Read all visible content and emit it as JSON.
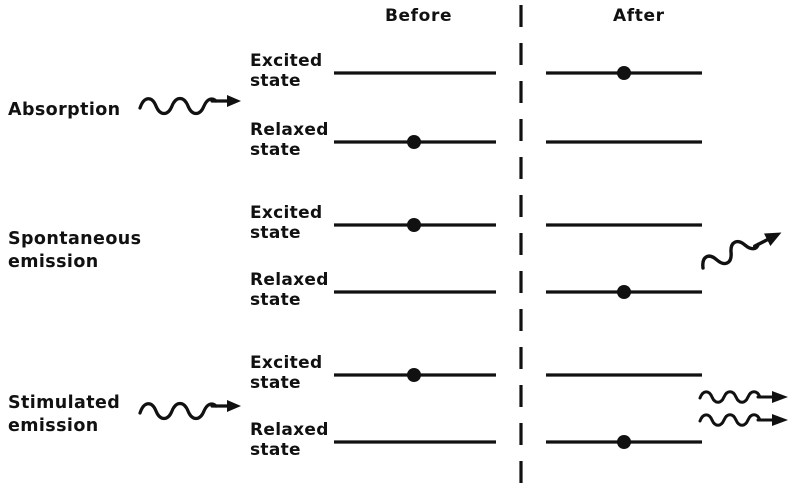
{
  "figure": {
    "title": "Absorption, spontaneous emission and stimulated emission energy level diagram",
    "ink_color": "#111111",
    "background_color": "#ffffff"
  },
  "columns": {
    "before_label": "Before",
    "after_label": "After",
    "divider": "vertical-dashed-line"
  },
  "rows": [
    {
      "id": "absorption",
      "process_label": "Absorption",
      "incoming_photon": {
        "present": true,
        "icon": "wavy-arrow-right-icon",
        "cycles": 3,
        "orientation": "horizontal"
      },
      "outgoing_photon": {
        "present": false,
        "icon": "",
        "count": 0
      },
      "levels": {
        "excited_label": "Excited\nstate",
        "relaxed_label": "Relaxed\nstate"
      },
      "before": {
        "electron_on": "relaxed"
      },
      "after": {
        "electron_on": "excited"
      }
    },
    {
      "id": "spontaneous-emission",
      "process_label": "Spontaneous\nemission",
      "incoming_photon": {
        "present": false,
        "icon": "",
        "cycles": 0,
        "orientation": ""
      },
      "outgoing_photon": {
        "present": true,
        "icon": "wavy-arrow-diagonal-icon",
        "count": 1,
        "orientation": "diagonal-up-right"
      },
      "levels": {
        "excited_label": "Excited\nstate",
        "relaxed_label": "Relaxed\nstate"
      },
      "before": {
        "electron_on": "excited"
      },
      "after": {
        "electron_on": "relaxed"
      }
    },
    {
      "id": "stimulated-emission",
      "process_label": "Stimulated\nemission",
      "incoming_photon": {
        "present": true,
        "icon": "wavy-arrow-right-icon",
        "cycles": 3,
        "orientation": "horizontal"
      },
      "outgoing_photon": {
        "present": true,
        "icon": "wavy-arrow-right-icon",
        "count": 2,
        "orientation": "horizontal"
      },
      "levels": {
        "excited_label": "Excited\nstate",
        "relaxed_label": "Relaxed\nstate"
      },
      "before": {
        "electron_on": "excited"
      },
      "after": {
        "electron_on": "relaxed"
      }
    }
  ]
}
